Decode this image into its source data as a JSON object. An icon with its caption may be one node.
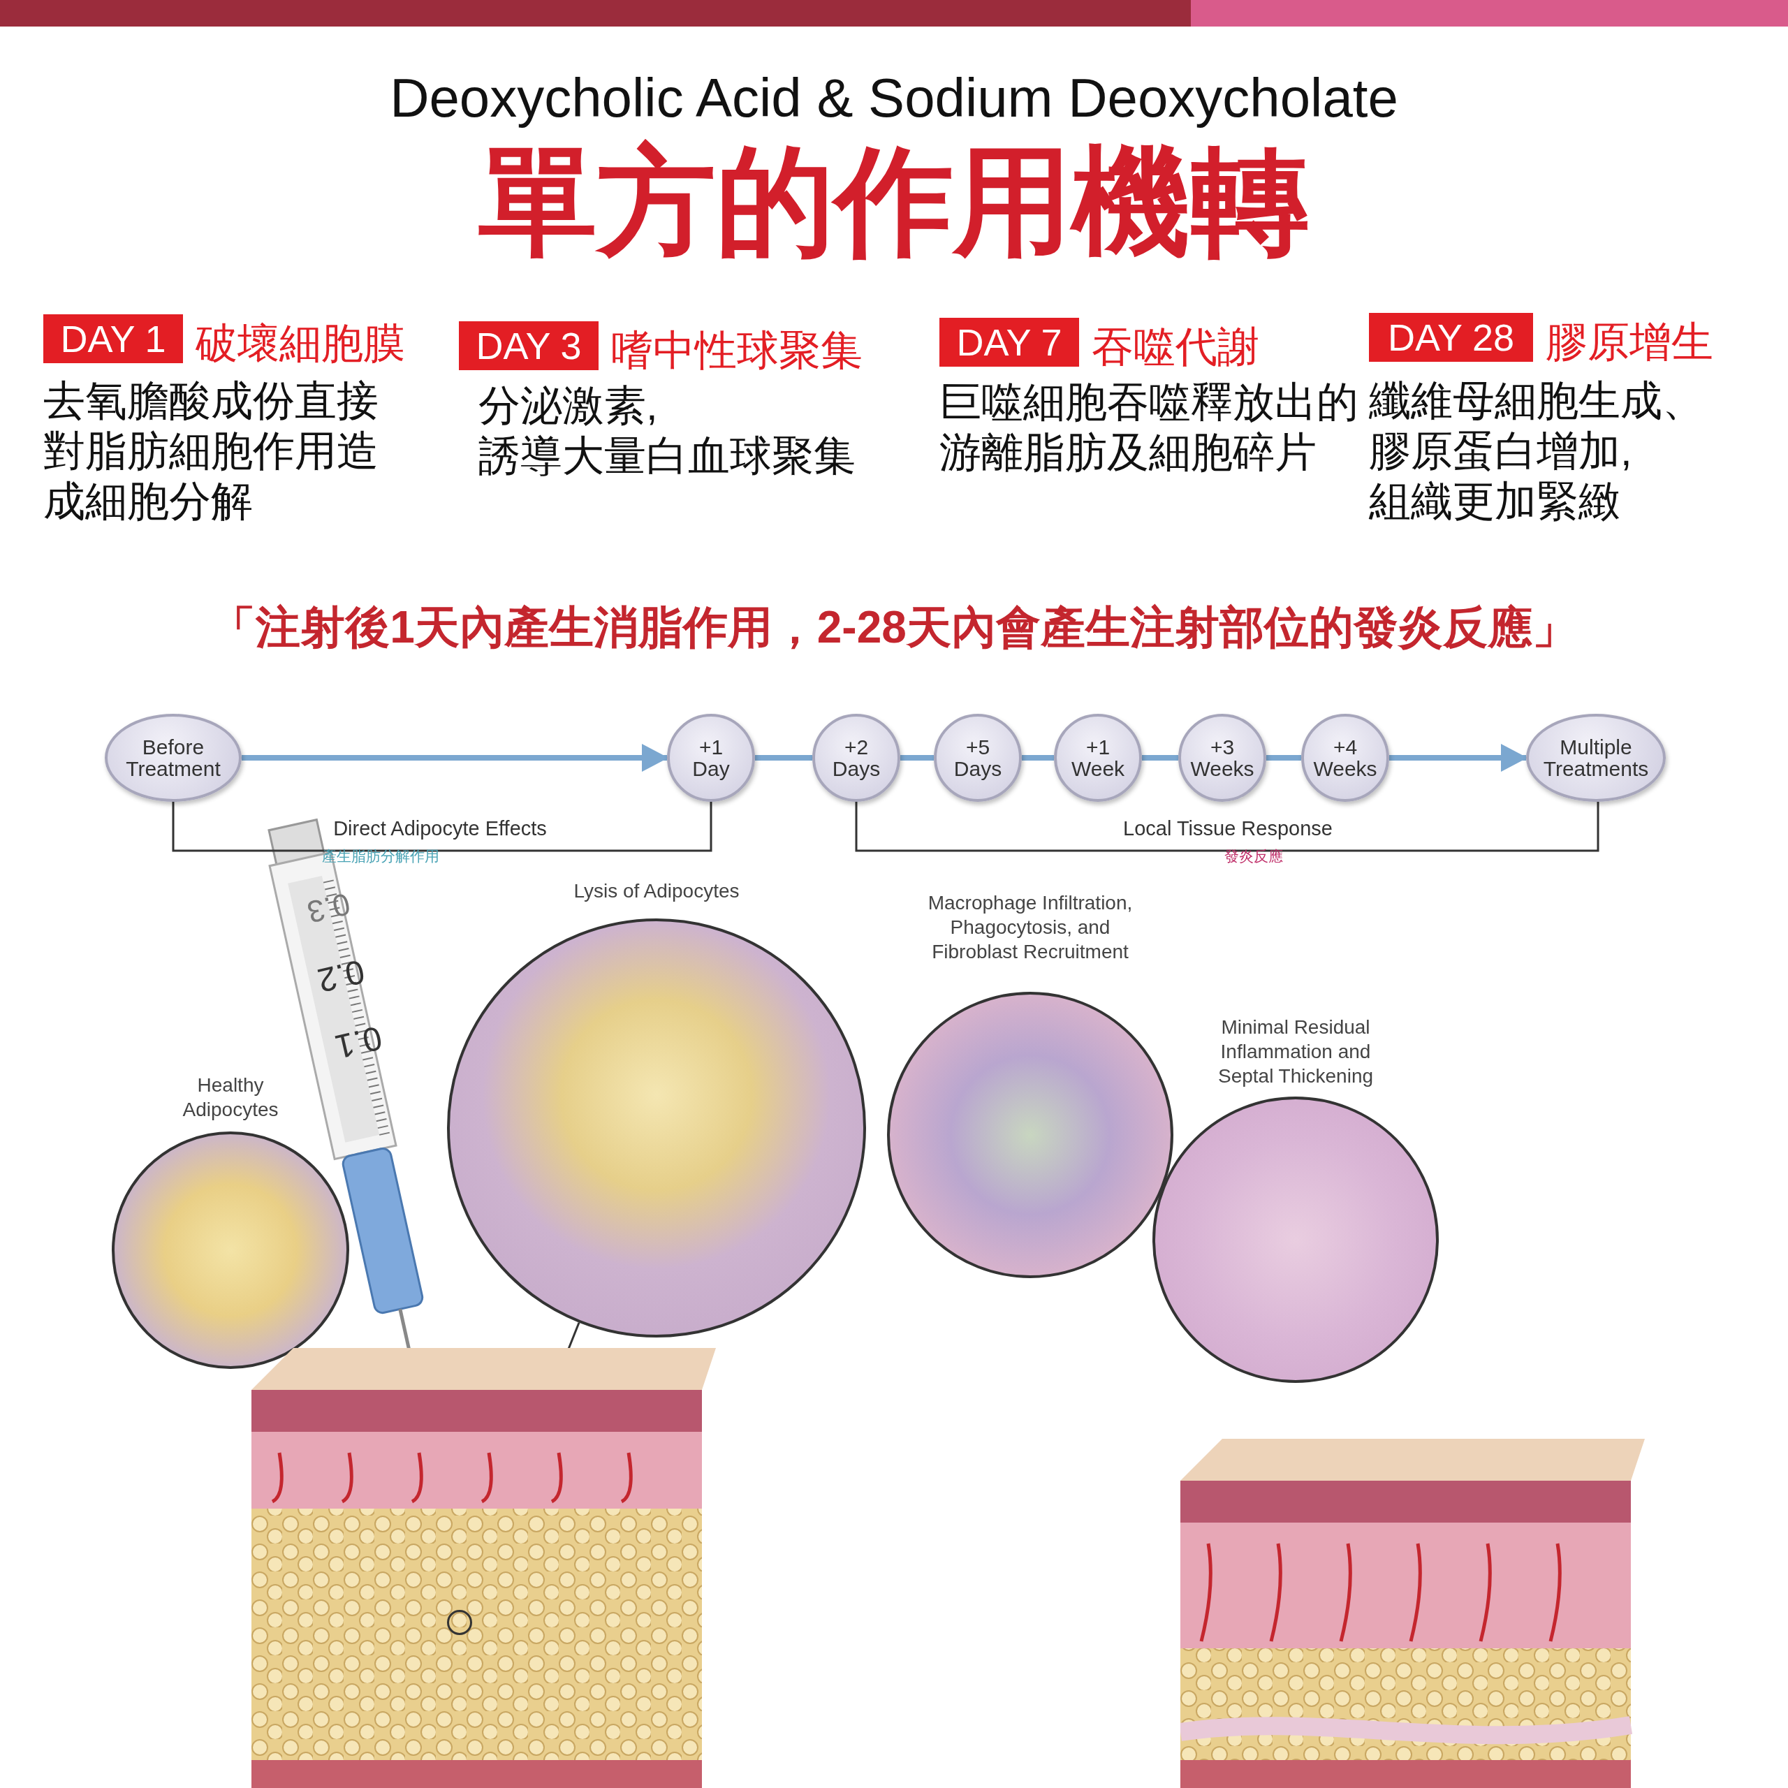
{
  "diagram": {
    "title": "Deoxycholic Acid & Sodium Deoxycholate",
    "nodes": [
      {
        "text": [
          "DAY 1"
        ],
        "beside": [
          "破壞細胞膜"
        ]
      },
      {
        "text": [
          "DAY 3"
        ],
        "beside": [
          "嗜中性球聚集"
        ]
      },
      {
        "text": [
          "DAY 7"
        ],
        "beside": [
          "吞噬代謝"
        ]
      },
      {
        "text": [
          "DAY 28"
        ],
        "beside": [
          "膠原增生"
        ]
      },
      {
        "text": [
          "Before Treatment"
        ]
      },
      {
        "text": [
          "+1 Day"
        ]
      },
      {
        "text": [
          "+2 Days"
        ]
      },
      {
        "text": [
          "+5 Days"
        ]
      },
      {
        "text": [
          "+1 Week"
        ]
      },
      {
        "text": [
          "+3 Weeks"
        ]
      },
      {
        "text": [
          "+4 Weeks"
        ]
      },
      {
        "text": [
          "Multiple Treatments"
        ]
      },
      {
        "text": [
          "Healthy Adipocytes"
        ]
      },
      {
        "text": [
          "Lysis of Adipocytes"
        ]
      },
      {
        "text": [
          "Macrophage Infiltration, Phagocytosis, and Fibroblast Recruitment"
        ]
      },
      {
        "text": [
          "Minimal Residual Inflammation and Septal Thickening"
        ]
      },
      {
        "text": [],
        "shape": "picture"
      },
      {
        "text": [],
        "shape": "circle",
        "in": 16
      },
      {
        "text": [],
        "shape": "picture"
      }
    ],
    "edges": [
      {
        "from": 4,
        "to": 5,
        "arrow": "to"
      },
      {
        "from": 5,
        "to": 6,
        "arrow": "none"
      },
      {
        "from": 6,
        "to": 7,
        "arrow": "none"
      },
      {
        "from": 7,
        "to": 8,
        "arrow": "none"
      },
      {
        "from": 8,
        "to": 9,
        "arrow": "none"
      },
      {
        "from": 9,
        "to": 10,
        "arrow": "none"
      },
      {
        "from": 10,
        "to": 11,
        "arrow": "to"
      },
      {
        "from": 13,
        "to": 17,
        "arrow": "none",
        "color": "#333333"
      }
    ],
    "labels": [
      "單方的作用機轉",
      "去氧膽酸成份直接對脂肪細胞作用造成細胞分解",
      "分泌激素,誘導大量白血球聚集",
      "巨噬細胞吞噬釋放出的游離脂肪及細胞碎片",
      "纖維母細胞生成、膠原蛋白增加,組織更加緊緻",
      "「注射後1天內產生消脂作用，2-28天內會產生注射部位的發炎反應」",
      "Direct Adipocyte Effects",
      "產生脂肪分解作用",
      "Local Tissue Response",
      "發炎反應",
      "0.3",
      "0.2",
      "0.1"
    ]
  }
}
